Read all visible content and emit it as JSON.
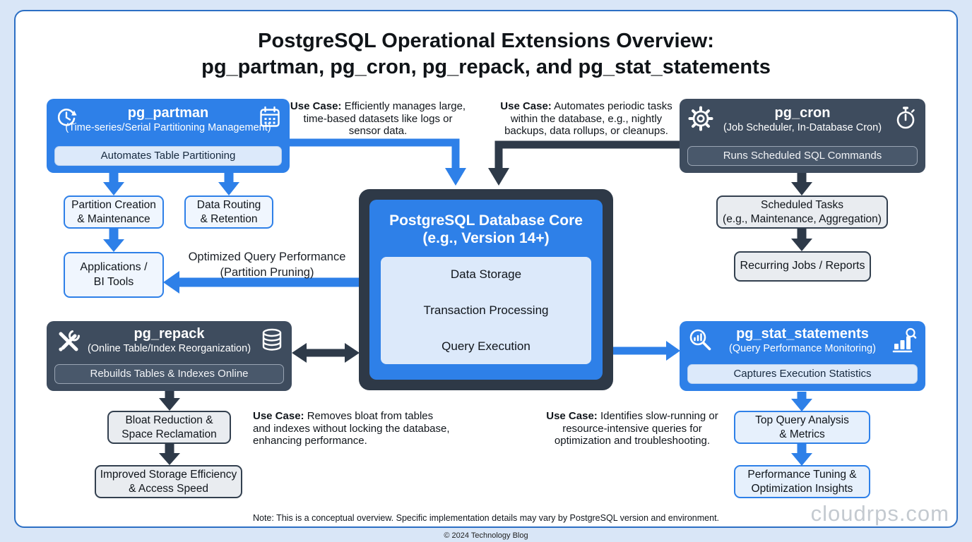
{
  "title": {
    "line1": "PostgreSQL Operational Extensions Overview:",
    "line2": "pg_partman, pg_cron, pg_repack, and pg_stat_statements"
  },
  "extensions": {
    "pg_partman": {
      "name": "pg_partman",
      "subtitle": "(Time-series/Serial Partitioning Management)",
      "tagline": "Automates Table Partitioning",
      "icon_left": "clock-history-icon",
      "icon_right": "calendar-icon",
      "theme_color": "#2e80e8"
    },
    "pg_cron": {
      "name": "pg_cron",
      "subtitle": "(Job Scheduler, In-Database Cron)",
      "tagline": "Runs Scheduled SQL Commands",
      "icon_left": "gear-icon",
      "icon_right": "stopwatch-icon",
      "theme_color": "#3e4c5e"
    },
    "pg_repack": {
      "name": "pg_repack",
      "subtitle": "(Online Table/Index Reorganization)",
      "tagline": "Rebuilds Tables & Indexes Online",
      "icon_left": "tools-icon",
      "icon_right": "database-icon",
      "theme_color": "#3e4c5e"
    },
    "pg_stat_statements": {
      "name": "pg_stat_statements",
      "subtitle": "(Query Performance Monitoring)",
      "tagline": "Captures Execution Statistics",
      "icon_left": "magnifier-bars-icon",
      "icon_right": "chart-magnifier-icon",
      "theme_color": "#2e80e8"
    }
  },
  "core": {
    "title_line1": "PostgreSQL Database Core",
    "title_line2": "(e.g., Version 14+)",
    "functions": [
      "Data Storage",
      "Transaction Processing",
      "Query Execution"
    ]
  },
  "use_cases": {
    "pg_partman": {
      "prefix": "Use Case:",
      "text": "Efficiently manages large, time-based datasets like logs or sensor data."
    },
    "pg_cron": {
      "prefix": "Use Case:",
      "text": "Automates periodic tasks within the database, e.g., nightly backups, data rollups, or cleanups."
    },
    "pg_repack": {
      "prefix": "Use Case:",
      "text": "Removes bloat from tables and indexes without locking the database, enhancing performance."
    },
    "pg_stat_statements": {
      "prefix": "Use Case:",
      "text": "Identifies slow-running or resource-intensive queries for optimization and troubleshooting."
    }
  },
  "nodes": {
    "partition_creation": [
      "Partition Creation",
      "& Maintenance"
    ],
    "data_routing": [
      "Data Routing",
      "& Retention"
    ],
    "applications": [
      "Applications /",
      "BI Tools"
    ],
    "scheduled_tasks": [
      "Scheduled Tasks",
      "(e.g., Maintenance, Aggregation)"
    ],
    "recurring_jobs": [
      "Recurring Jobs / Reports"
    ],
    "bloat_reduction": [
      "Bloat Reduction &",
      "Space Reclamation"
    ],
    "improved_storage": [
      "Improved Storage Efficiency",
      "& Access Speed"
    ],
    "top_query": [
      "Top Query Analysis",
      "& Metrics"
    ],
    "performance_tuning": [
      "Performance Tuning &",
      "Optimization Insights"
    ]
  },
  "arrow_label": {
    "line1": "Optimized Query Performance",
    "line2": "(Partition Pruning)"
  },
  "note": "Note: This is a conceptual overview. Specific implementation details may vary by PostgreSQL version and environment.",
  "footer": "© 2024 Technology Blog",
  "watermark": "cloudrps.com",
  "colors": {
    "accent_blue": "#2e80e8",
    "dark_slate": "#3e4c5e",
    "core_frame": "#2e3947",
    "page_bg": "#d9e6f7",
    "light_panel": "#dce9fa"
  }
}
